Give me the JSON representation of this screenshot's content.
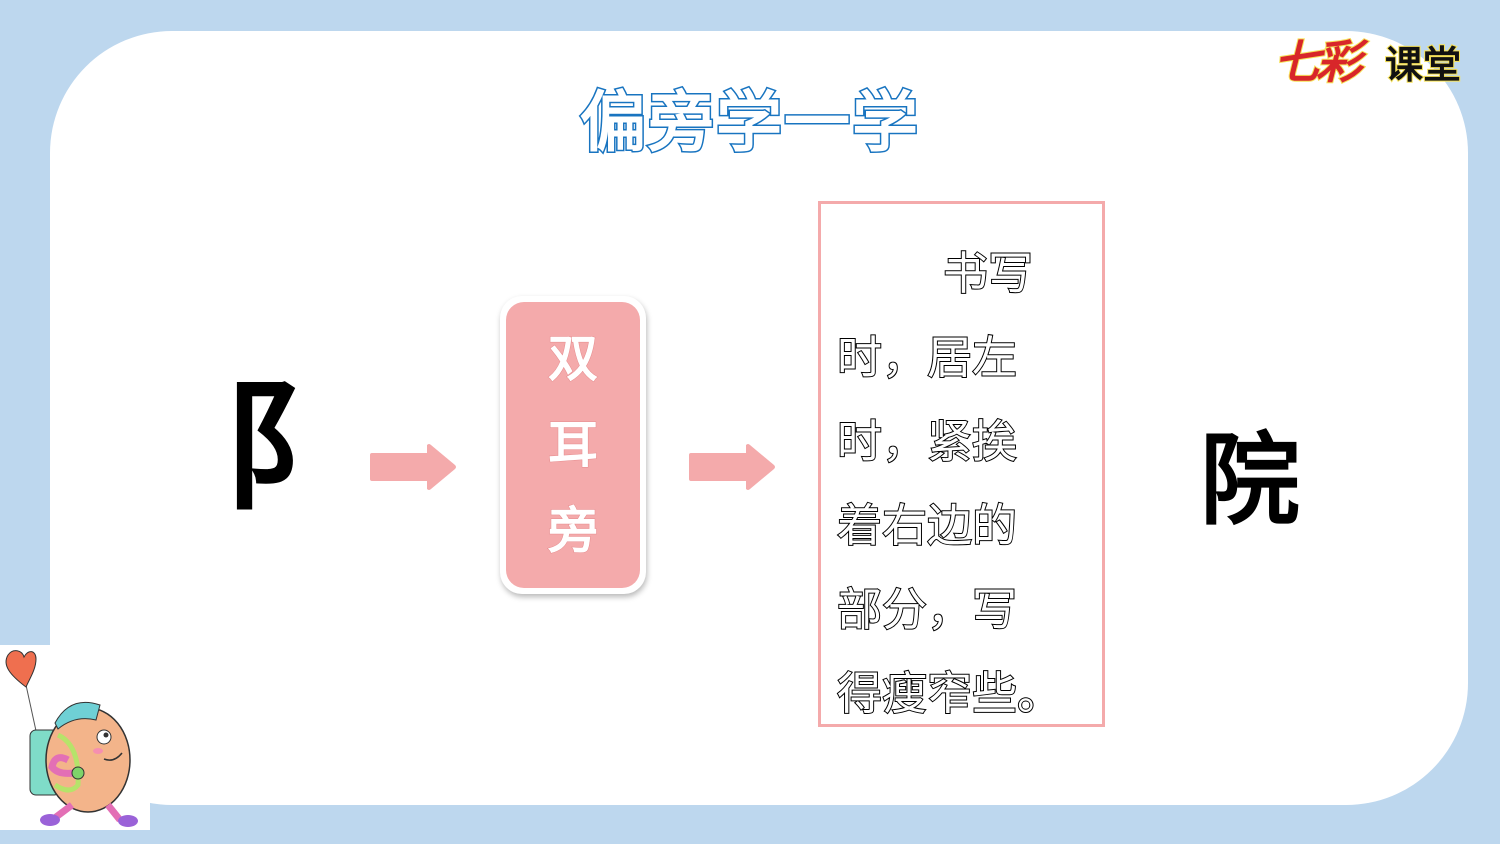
{
  "slide": {
    "title": "偏旁学一学",
    "logo": {
      "part1": "七彩",
      "part2": "课堂"
    },
    "radical": "阝",
    "radical_name": [
      "双",
      "耳",
      "旁"
    ],
    "rule_lines": [
      "书写",
      "时，居左",
      "时，紧挨",
      "着右边的",
      "部分，写",
      "得瘦窄些。"
    ],
    "example_char": "院",
    "mascot": "egg-character-with-balloon"
  },
  "colors": {
    "background": "#bdd7ee",
    "panel": "#ffffff",
    "title_blue": "#1874c0",
    "pink": "#f4aaab",
    "text": "#000000"
  }
}
